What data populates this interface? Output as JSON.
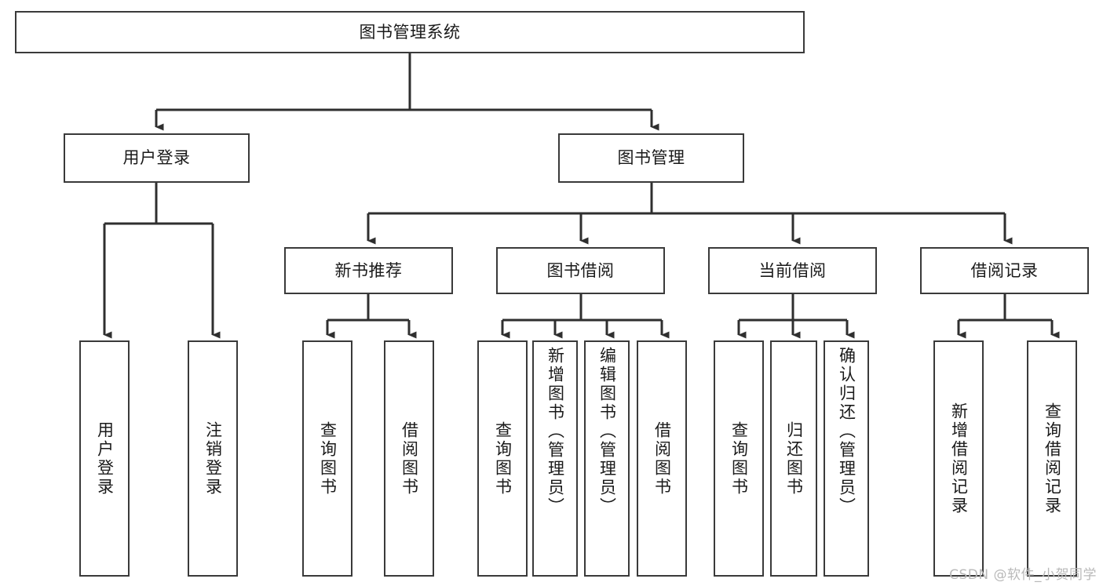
{
  "diagram": {
    "title": "图书管理系统",
    "watermark": "CSDN @软件_小贺同学",
    "colors": {
      "stroke": "#3a3a3a",
      "fill": "#ffffff",
      "text": "#1a1a1a",
      "watermark": "#b9b9b9"
    },
    "levels": {
      "root": "图书管理系统",
      "level2": [
        "用户登录",
        "图书管理"
      ],
      "level3": [
        "新书推荐",
        "图书借阅",
        "当前借阅",
        "借阅记录"
      ],
      "leaves": [
        "用户登录",
        "注销登录",
        "查询图书",
        "借阅图书",
        "查询图书",
        "新增图书（管理员）",
        "编辑图书（管理员）",
        "借阅图书",
        "查询图书",
        "归还图书",
        "确认归还（管理员）",
        "新增借阅记录",
        "查询借阅记录"
      ]
    },
    "nodes": {
      "root": {
        "label": "图书管理系统"
      },
      "user_login": {
        "label": "用户登录"
      },
      "book_manage": {
        "label": "图书管理"
      },
      "new_book_rec": {
        "label": "新书推荐"
      },
      "book_borrow": {
        "label": "图书借阅"
      },
      "current_borrow": {
        "label": "当前借阅"
      },
      "borrow_record": {
        "label": "借阅记录"
      },
      "leaf_user_login": {
        "label": "用户登录"
      },
      "leaf_logout": {
        "label": "注销登录"
      },
      "leaf_query_book_1": {
        "label": "查询图书"
      },
      "leaf_borrow_book_1": {
        "label": "借阅图书"
      },
      "leaf_query_book_2": {
        "label": "查询图书"
      },
      "leaf_add_book_admin": {
        "label": "新增图书（管理员）"
      },
      "leaf_edit_book_admin": {
        "label": "编辑图书（管理员）"
      },
      "leaf_borrow_book_2": {
        "label": "借阅图书"
      },
      "leaf_query_book_3": {
        "label": "查询图书"
      },
      "leaf_return_book": {
        "label": "归还图书"
      },
      "leaf_confirm_return_admin": {
        "label": "确认归还（管理员）"
      },
      "leaf_add_borrow_record": {
        "label": "新增借阅记录"
      },
      "leaf_query_borrow_record": {
        "label": "查询借阅记录"
      }
    }
  }
}
